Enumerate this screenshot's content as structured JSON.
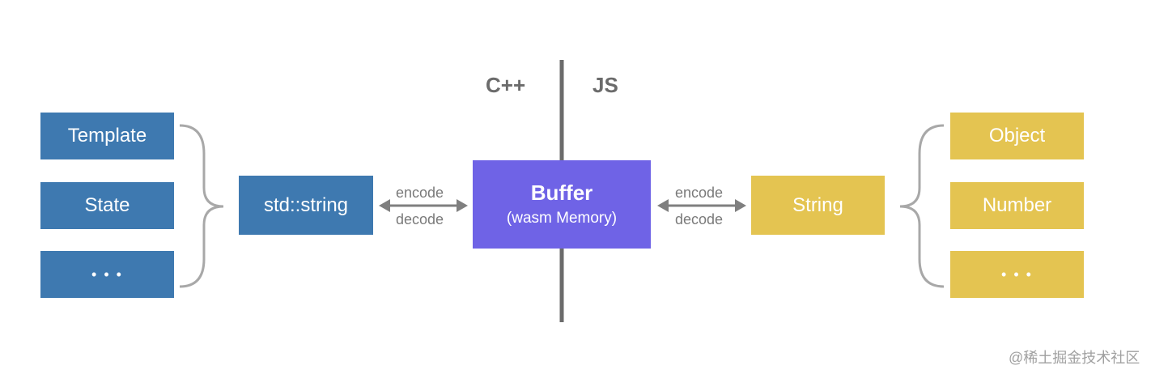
{
  "divider": {
    "left_label": "C++",
    "right_label": "JS"
  },
  "left_group": {
    "items": [
      "Template",
      "State",
      "• • •"
    ]
  },
  "left_string": "std::string",
  "left_arrow": {
    "top_label": "encode",
    "bottom_label": "decode"
  },
  "buffer": {
    "title": "Buffer",
    "subtitle": "(wasm Memory)"
  },
  "right_arrow": {
    "top_label": "encode",
    "bottom_label": "decode"
  },
  "right_string": "String",
  "right_group": {
    "items": [
      "Object",
      "Number",
      "• • •"
    ]
  },
  "watermark": "@稀土掘金技术社区",
  "colors": {
    "cpp_boxes": "#3e79b0",
    "js_boxes": "#e4c451",
    "buffer": "#6f63e6",
    "lines": "#7f7f7f"
  }
}
